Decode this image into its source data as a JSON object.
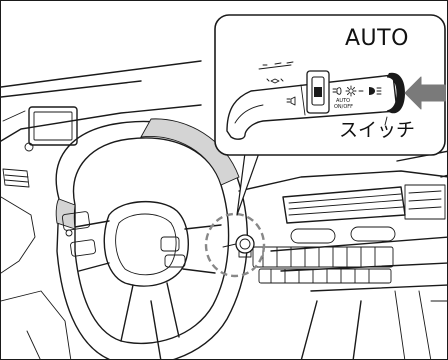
{
  "callout": {
    "auto_label": "AUTO",
    "switch_label": "スイッチ",
    "stalk_text_auto": "AUTO",
    "stalk_text_onoff": "ON/OFF"
  },
  "colors": {
    "line": "#1a1a1a",
    "arrow": "#7a7a7a",
    "highlight_ring": "#1a1a1a",
    "steering_grip": "#d4d4d4",
    "dashed_circle": "#888888"
  }
}
